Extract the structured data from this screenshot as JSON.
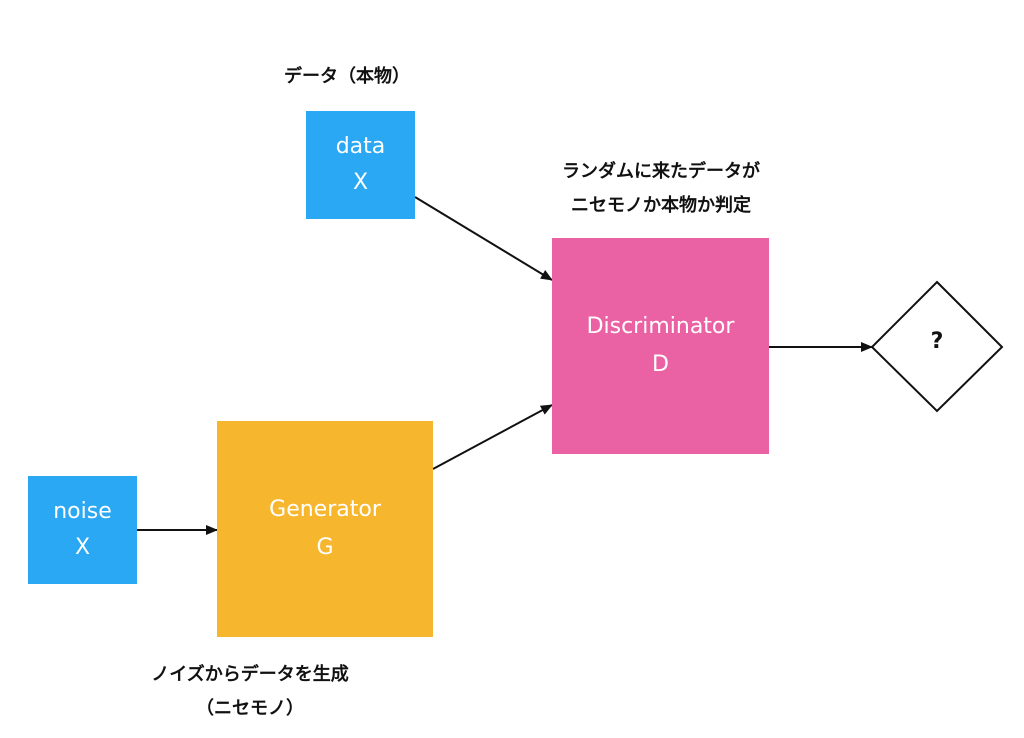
{
  "nodes": {
    "data": {
      "line1": "data",
      "line2": "X",
      "color": "#2aa8f3"
    },
    "noise": {
      "line1": "noise",
      "line2": "X",
      "color": "#2aa8f3"
    },
    "generator": {
      "line1": "Generator",
      "line2": "G",
      "color": "#f6b72e"
    },
    "discriminator": {
      "line1": "Discriminator",
      "line2": "D",
      "color": "#eb62a4"
    },
    "decision": {
      "text": "?"
    }
  },
  "labels": {
    "data_caption": "データ（本物）",
    "discriminator_caption_1": "ランダムに来たデータが",
    "discriminator_caption_2": "ニセモノか本物か判定",
    "generator_caption_1": "ノイズからデータを生成",
    "generator_caption_2": "（ニセモノ）"
  }
}
